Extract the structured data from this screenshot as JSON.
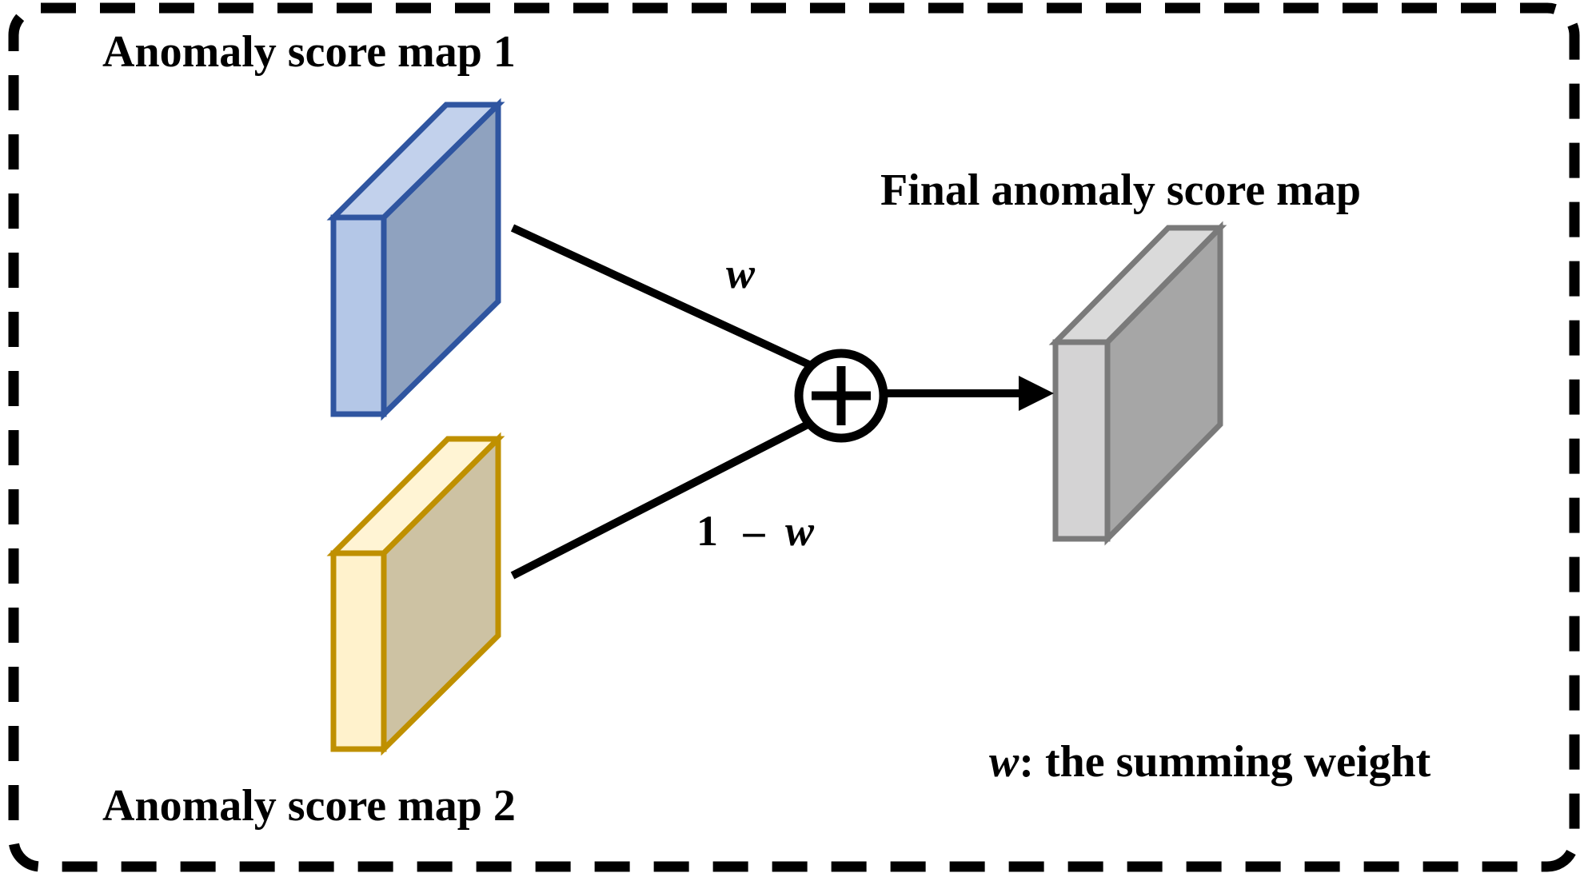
{
  "labels": {
    "map1": "Anomaly score map 1",
    "map2": "Anomaly score map 2",
    "final": "Final anomaly score map",
    "weight_top": "w",
    "weight_bottom_num": "1",
    "weight_bottom_op": "–",
    "weight_bottom_var": "w",
    "legend_var": "w",
    "legend_text": ": the summing weight"
  },
  "colors": {
    "border": "#000000",
    "map1_stroke": "#2f55a0",
    "map1_front": "#b4c7e7",
    "map1_top": "#c2d1ec",
    "map1_side": "#8fa2bf",
    "map2_stroke": "#bf9000",
    "map2_front": "#fff2cc",
    "map2_top": "#fff4d4",
    "map2_side": "#cdc2a3",
    "final_stroke": "#7a7a7a",
    "final_front": "#d4d3d4",
    "final_top": "#dadada",
    "final_side": "#a6a6a6"
  },
  "icons": {
    "sum": "circled-plus-icon",
    "arrow": "arrow-right-icon"
  }
}
